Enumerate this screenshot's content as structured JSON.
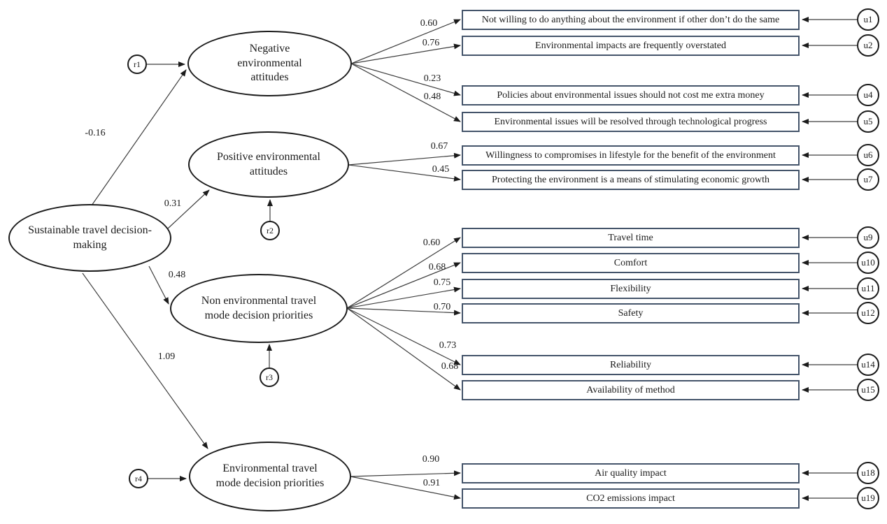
{
  "colors": {
    "box_border": "#44546a",
    "line": "#3d3d3d",
    "shape_border": "#1b1b1b",
    "background": "#ffffff"
  },
  "model": {
    "type": "structural-equation-model-path-diagram",
    "exogenous": {
      "label": "Sustainable travel decision-making"
    },
    "factors": [
      {
        "label": "Negative environmental attitudes",
        "path_coefficient": "-0.16",
        "residual": "r1"
      },
      {
        "label": "Positive environmental attitudes",
        "path_coefficient": "0.31",
        "residual": "r2"
      },
      {
        "label": "Non environmental travel mode decision priorities",
        "path_coefficient": "0.48",
        "residual": "r3"
      },
      {
        "label": "Environmental travel mode decision priorities",
        "path_coefficient": "1.09",
        "residual": "r4"
      }
    ],
    "indicators": [
      {
        "label": "Not willing to do anything about the environment if other don’t do the same",
        "loading": "0.60",
        "error": "u1"
      },
      {
        "label": "Environmental impacts are frequently overstated",
        "loading": "0.76",
        "error": "u2"
      },
      {
        "label": "Policies about environmental issues should not cost me extra money",
        "loading": "0.23",
        "error": "u4"
      },
      {
        "label": "Environmental issues will be resolved through technological progress",
        "loading": "0.48",
        "error": "u5"
      },
      {
        "label": "Willingness to compromises in lifestyle for the benefit of the environment",
        "loading": "0.67",
        "error": "u6"
      },
      {
        "label": "Protecting the environment is a means of stimulating economic growth",
        "loading": "0.45",
        "error": "u7"
      },
      {
        "label": "Travel time",
        "loading": "0.60",
        "error": "u9"
      },
      {
        "label": "Comfort",
        "loading": "0.68",
        "error": "u10"
      },
      {
        "label": "Flexibility",
        "loading": "0.75",
        "error": "u11"
      },
      {
        "label": "Safety",
        "loading": "0.70",
        "error": "u12"
      },
      {
        "label": "Reliability",
        "loading": "0.73",
        "error": "u14"
      },
      {
        "label": "Availability of method",
        "loading": "0.68",
        "error": "u15"
      },
      {
        "label": "Air quality impact",
        "loading": "0.90",
        "error": "u18"
      },
      {
        "label": "CO2 emissions impact",
        "loading": "0.91",
        "error": "u19"
      }
    ]
  }
}
